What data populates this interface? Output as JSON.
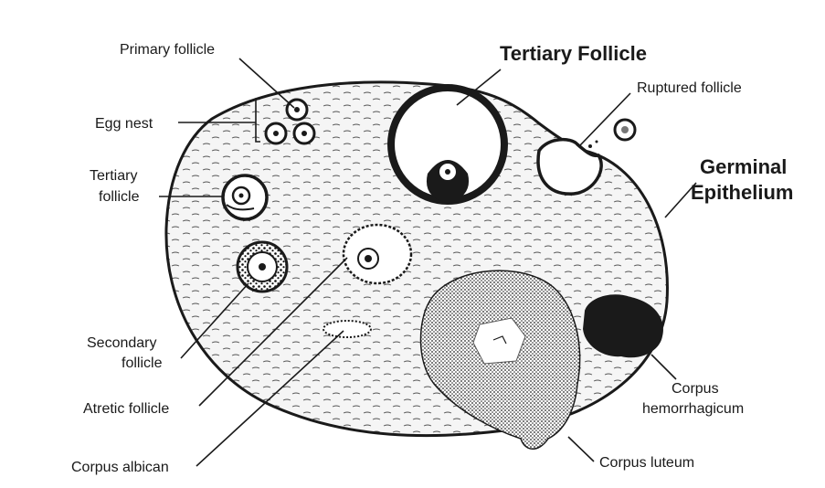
{
  "labels": {
    "primary_follicle": "Primary follicle",
    "egg_nest": "Egg nest",
    "tertiary_follicle_left_line1": "Tertiary",
    "tertiary_follicle_left_line2": "follicle",
    "secondary_follicle_line1": "Secondary",
    "secondary_follicle_line2": "follicle",
    "atretic_follicle": "Atretic follicle",
    "corpus_albican": "Corpus albican",
    "tertiary_follicle_title": "Tertiary Follicle",
    "ruptured_follicle": "Ruptured follicle",
    "germinal_epithelium_line1": "Germinal",
    "germinal_epithelium_line2": "Epithelium",
    "corpus_hemorrhagicum_line1": "Corpus",
    "corpus_hemorrhagicum_line2": "hemorrhagicum",
    "corpus_luteum": "Corpus luteum"
  },
  "colors": {
    "ink": "#1a1a1a",
    "stroma": "#f2f2f2",
    "background": "#ffffff"
  }
}
